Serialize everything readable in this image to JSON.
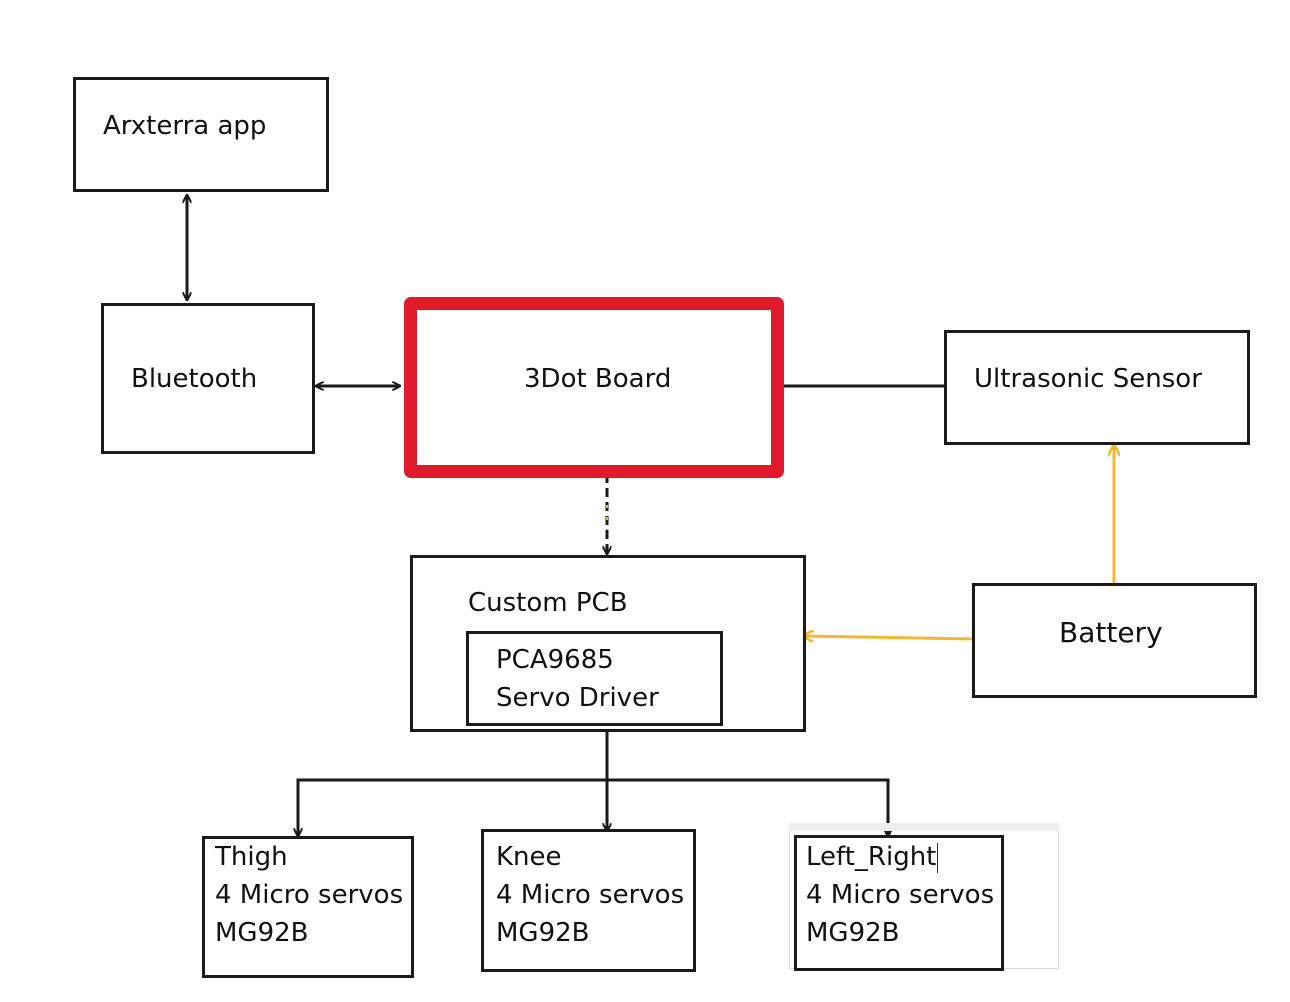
{
  "blocks": {
    "arxterra": {
      "label": "Arxterra app"
    },
    "bluetooth": {
      "label": "Bluetooth"
    },
    "board": {
      "label": "3Dot Board"
    },
    "ultrasonic": {
      "label": "Ultrasonic Sensor"
    },
    "pcb": {
      "label": "Custom PCB"
    },
    "servo_driver": {
      "lines": [
        "PCA9685",
        "Servo Driver"
      ]
    },
    "battery": {
      "label": "Battery"
    },
    "thigh": {
      "lines": [
        "Thigh",
        "4 Micro servos",
        "MG92B"
      ]
    },
    "knee": {
      "lines": [
        "Knee",
        "4 Micro servos",
        "MG92B"
      ]
    },
    "left_right": {
      "lines": [
        "Left_Right",
        "4 Micro servos",
        "MG92B"
      ]
    }
  },
  "colors": {
    "outline": "#1a1a1a",
    "highlight": "#e0192c",
    "power": "#f4b731"
  }
}
